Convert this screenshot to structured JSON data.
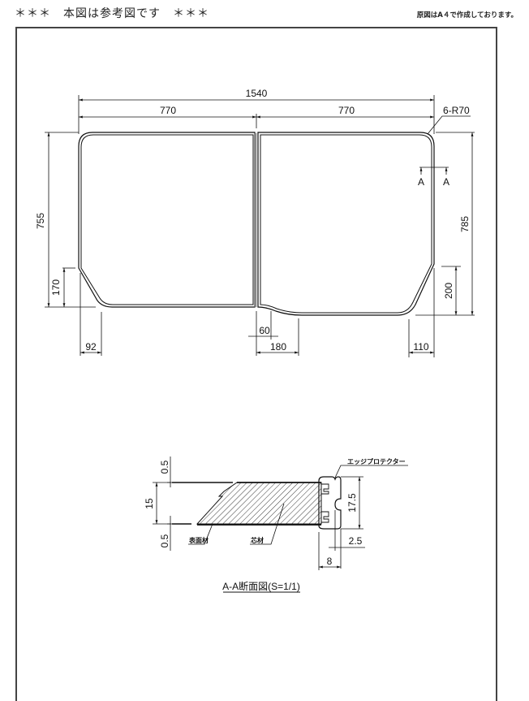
{
  "header": {
    "notice": "＊＊＊　本図は参考図です　＊＊＊",
    "original_note": "原図はA４で作成しております。"
  },
  "plan_view": {
    "overall_width": "1540",
    "left_panel_width": "770",
    "right_panel_width": "770",
    "corner_radius": "6-R70",
    "left_height": "755",
    "right_height": "785",
    "left_chamfer_height": "170",
    "right_chamfer_height": "200",
    "left_chamfer_width": "92",
    "right_chamfer_width": "110",
    "notch_offset": "60",
    "notch_width": "180",
    "section_marker_left": "A",
    "section_marker_right": "A"
  },
  "section_view": {
    "top_skin": "0.5",
    "thickness": "15",
    "bottom_skin": "0.5",
    "protector_height": "17.5",
    "protector_offset": "2.5",
    "protector_width": "8",
    "label_surface": "表面材",
    "label_core": "芯材",
    "label_protector": "エッジプロテクター",
    "caption": "A-A断面図(S=1/1)"
  },
  "colors": {
    "line": "#111111",
    "frame": "#444444",
    "background": "#ffffff"
  }
}
